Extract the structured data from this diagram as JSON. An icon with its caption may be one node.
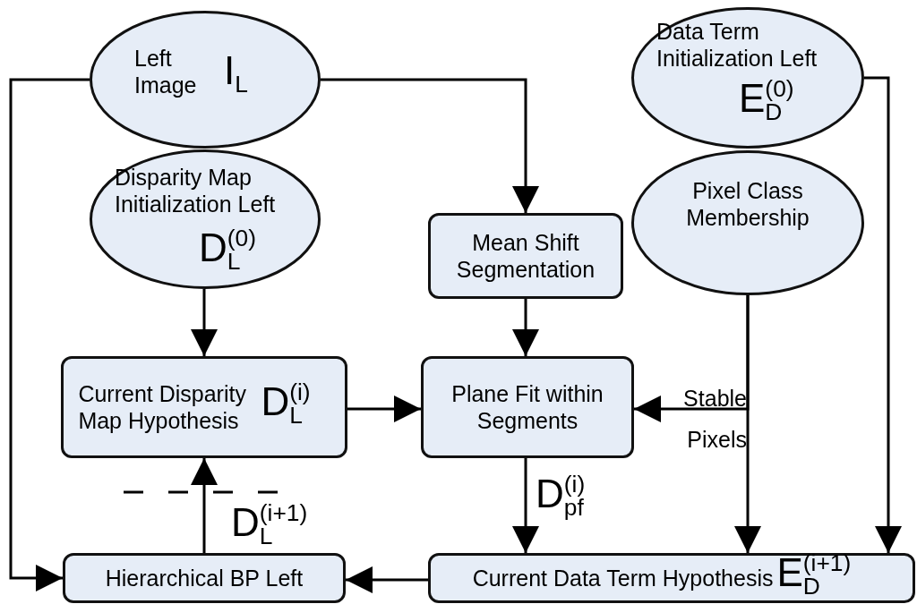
{
  "diagram": {
    "nodes": [
      {
        "text": [
          "Left Image",
          "I$_{L}$"
        ]
      },
      {
        "text": [
          "Disparity Map Initialization Left",
          "D$_{L}$$^{(0)}$"
        ]
      },
      {
        "text": [
          "Data Term Initialization Left",
          "E$_{D}$$^{(0)}$"
        ]
      },
      {
        "text": [
          "Pixel Class Membership"
        ]
      },
      {
        "text": [
          "Mean Shift Segmentation"
        ]
      },
      {
        "text": [
          "Current Disparity Map Hypothesis",
          "D$_{L}$$^{(i)}$"
        ]
      },
      {
        "text": [
          "Plane Fit within Segments"
        ]
      },
      {
        "text": [
          "Hierarchical BP Left"
        ]
      },
      {
        "text": [
          "Current Data Term Hypothesis",
          "E$_{D}$$^{(i+1)}$"
        ]
      }
    ],
    "edges": [
      {
        "from": 0,
        "to": 4,
        "arrow": "to"
      },
      {
        "from": 0,
        "to": 7,
        "arrow": "to"
      },
      {
        "from": 1,
        "to": 5,
        "arrow": "to"
      },
      {
        "from": 4,
        "to": 6,
        "arrow": "to"
      },
      {
        "from": 5,
        "to": 6,
        "arrow": "to"
      },
      {
        "from": 3,
        "to": 6,
        "arrow": "to",
        "label": "Stable Pixels"
      },
      {
        "from": 3,
        "to": 8,
        "arrow": "to"
      },
      {
        "from": 2,
        "to": 8,
        "arrow": "to"
      },
      {
        "from": 6,
        "to": 8,
        "arrow": "to",
        "label": "D$_{pf}$$^{(i)}$"
      },
      {
        "from": 8,
        "to": 7,
        "arrow": "to"
      },
      {
        "from": 7,
        "to": 5,
        "arrow": "to",
        "label": "D$_{L}$$^{(i+1)}$"
      }
    ]
  }
}
